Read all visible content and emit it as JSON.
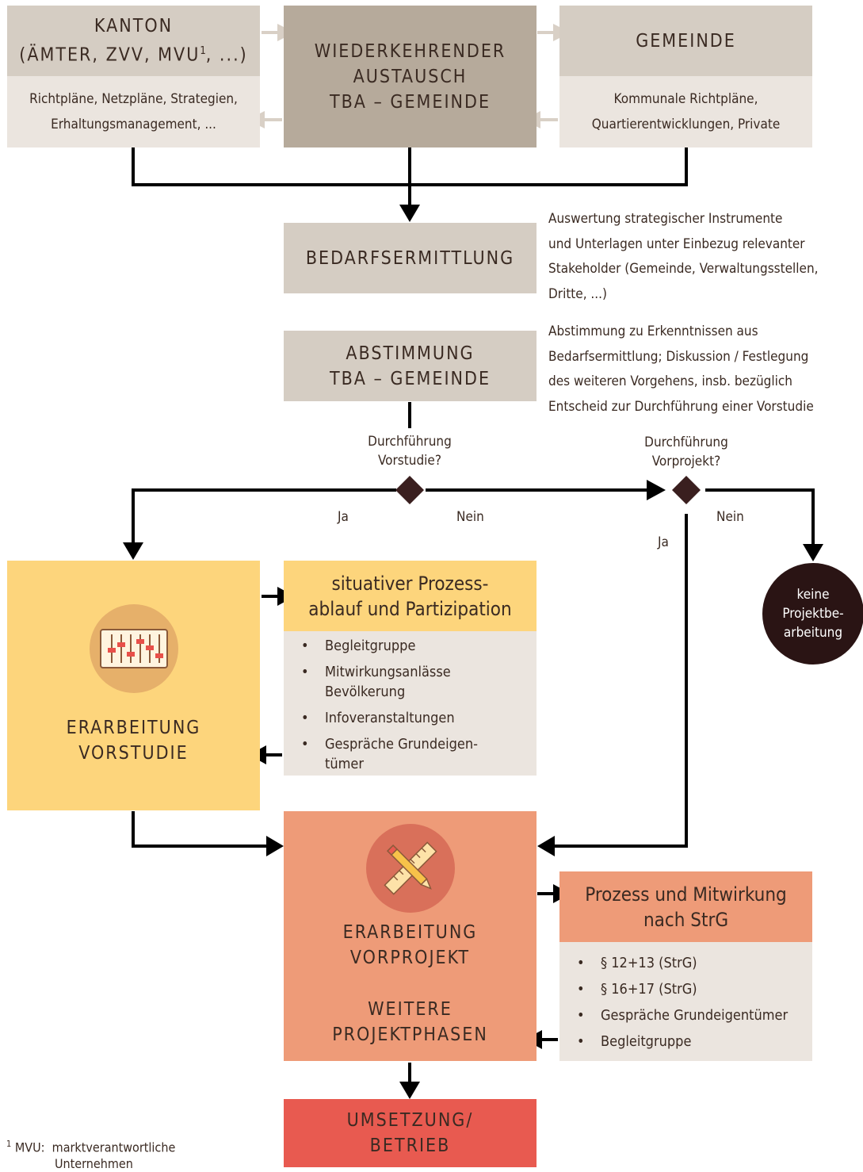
{
  "kanton": {
    "title_line1": "KANTON",
    "title_line2a": "(ÄMTER, ZVV, MVU",
    "title_sup": "1",
    "title_line2b": ", ...)",
    "detail_line1": "Richtpläne, Netzpläne, Strategien,",
    "detail_line2": "Erhaltungsmanagement, ..."
  },
  "austausch": {
    "line1": "WIEDERKEHRENDER",
    "line2": "AUSTAUSCH",
    "line3": "TBA – GEMEINDE"
  },
  "gemeinde": {
    "title": "GEMEINDE",
    "detail_line1": "Kommunale Richtpläne,",
    "detail_line2": "Quartierentwicklungen, Private"
  },
  "bedarf": {
    "title": "BEDARFSERMITTLUNG",
    "note_lines": [
      "Auswertung strategischer Instrumente",
      "und Unterlagen unter Einbezug relevanter",
      "Stakeholder (Gemeinde, Verwaltungsstellen,",
      "Dritte, ...)"
    ]
  },
  "abstimmung": {
    "line1": "ABSTIMMUNG",
    "line2": "TBA – GEMEINDE",
    "note_lines": [
      "Abstimmung zu Erkenntnissen aus",
      "Bedarfsermittlung; Diskussion / Festlegung",
      "des weiteren Vorgehens, insb. bezüglich",
      "Entscheid zur Durchführung einer Vorstudie"
    ]
  },
  "decision1": {
    "line1": "Durchführung",
    "line2": "Vorstudie?",
    "yes": "Ja",
    "no": "Nein"
  },
  "decision2": {
    "line1": "Durchführung",
    "line2": "Vorprojekt?",
    "yes": "Ja",
    "no": "Nein"
  },
  "keine": {
    "line1": "keine",
    "line2": "Projektbe-",
    "line3": "arbeitung"
  },
  "vorstudie": {
    "line1": "ERARBEITUNG",
    "line2": "VORSTUDIE",
    "icon": "sliders-icon"
  },
  "situativ": {
    "title_line1": "situativer Prozess-",
    "title_line2": "ablauf und Partizipation",
    "items": [
      {
        "line1": "Begleitgruppe",
        "line2": ""
      },
      {
        "line1": "Mitwirkungsanlässe",
        "line2": "Bevölkerung"
      },
      {
        "line1": "Infoveranstaltungen",
        "line2": ""
      },
      {
        "line1": "Gespräche Grundeigen-",
        "line2": "tümer"
      }
    ]
  },
  "vorprojekt": {
    "line1": "ERARBEITUNG",
    "line2": "VORPROJEKT",
    "line3": "WEITERE",
    "line4": "PROJEKTPHASEN",
    "icon": "ruler-pencil-icon"
  },
  "prozess": {
    "title_line1": "Prozess und Mitwirkung",
    "title_line2": "nach StrG",
    "items": [
      "§ 12+13 (StrG)",
      "§ 16+17 (StrG)",
      "Gespräche Grundeigentümer",
      "Begleitgruppe"
    ]
  },
  "umsetzung": {
    "line1": "UMSETZUNG/",
    "line2": "BETRIEB"
  },
  "footnote": {
    "mark": "1",
    "term": "MVU:",
    "line1": "marktverantwortliche",
    "line2": "Unternehmen"
  },
  "colors": {
    "grey_dark": "#b6aa9b",
    "grey_mid": "#d5cdc3",
    "grey_light": "#ebe5df",
    "yellow": "#fdd57c",
    "yellow_icon_bg": "#e6b06a",
    "salmon": "#ee9b78",
    "salmon_icon_bg": "#d9705a",
    "red": "#e85a50",
    "dark": "#2a1414",
    "arrow_light": "#d9d0c6"
  }
}
